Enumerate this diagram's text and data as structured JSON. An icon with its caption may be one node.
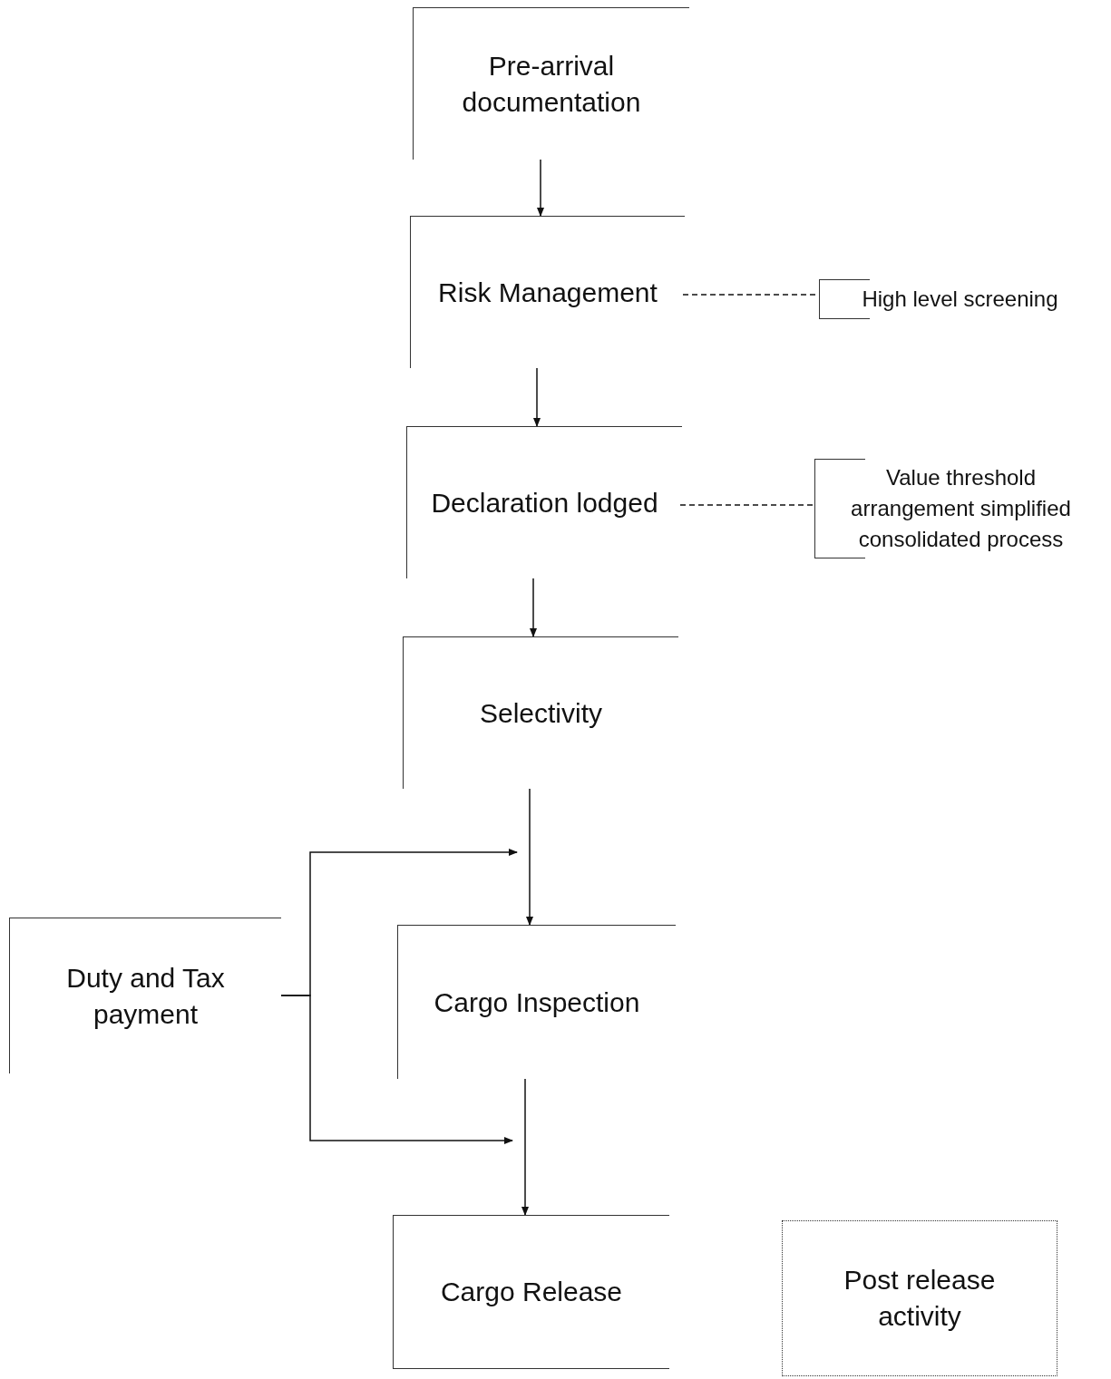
{
  "diagram": {
    "nodes": [
      {
        "text": [
          "Pre-arrival documentation"
        ]
      },
      {
        "text": [
          "Risk Management"
        ]
      },
      {
        "text": [
          "High level screening"
        ]
      },
      {
        "text": [
          "Declaration lodged"
        ]
      },
      {
        "text": [
          "Value threshold arrangement simplified consolidated process"
        ]
      },
      {
        "text": [
          "Selectivity"
        ]
      },
      {
        "text": [
          "Duty and Tax payment"
        ]
      },
      {
        "text": [
          "Cargo Inspection"
        ]
      },
      {
        "text": [
          "Cargo Release"
        ]
      },
      {
        "text": [
          "Post release activity"
        ]
      }
    ],
    "edges": [
      {
        "from": 0,
        "to": 1,
        "arrow": "to"
      },
      {
        "from": 1,
        "to": 2,
        "arrow": "none",
        "style": "dashed"
      },
      {
        "from": 1,
        "to": 3,
        "arrow": "to"
      },
      {
        "from": 3,
        "to": 4,
        "arrow": "none",
        "style": "dashed"
      },
      {
        "from": 3,
        "to": 5,
        "arrow": "to"
      },
      {
        "from": 5,
        "to": 7,
        "arrow": "to"
      },
      {
        "from": 6,
        "to": null,
        "arrow": "to"
      },
      {
        "from": 6,
        "to": null,
        "arrow": "to"
      },
      {
        "from": 7,
        "to": 8,
        "arrow": "to"
      }
    ]
  }
}
